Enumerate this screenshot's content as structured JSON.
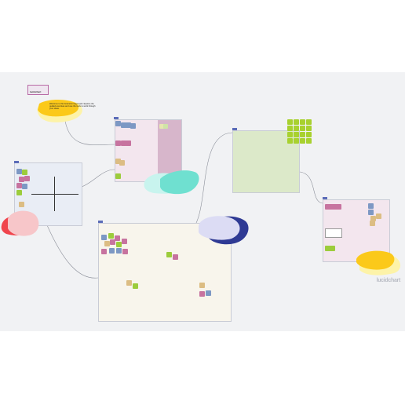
{
  "brand": {
    "logo_text": "lucidchart"
  },
  "title_card": {
    "label": "lucidchart"
  },
  "board": {
    "intro_note": "Welcome to this brainstorming board. Explore the guided exercises and use the tools to work through your ideas.",
    "frames": [
      {
        "id": "sorting",
        "title": "",
        "color": "#f3e6ee"
      },
      {
        "id": "matrix",
        "title": "",
        "color": "#e9edf5"
      },
      {
        "id": "green",
        "title": "",
        "color": "#dce9c9"
      },
      {
        "id": "main",
        "title": "",
        "color": "#f8f5ec"
      },
      {
        "id": "vote",
        "title": "",
        "color": "#f3e6ee"
      }
    ]
  },
  "colors": {
    "canvas": "#f1f2f4",
    "yellow_blob": "#fbc91a",
    "teal_blob": "#6fe0d0",
    "red_blob": "#f0454d",
    "navy_blob": "#2f3a94",
    "note_blue": "#7d98c4",
    "note_green": "#9ccc3c",
    "note_pink": "#c7739f",
    "note_tan": "#dcbd83",
    "note_lime": "#a8d12f"
  }
}
